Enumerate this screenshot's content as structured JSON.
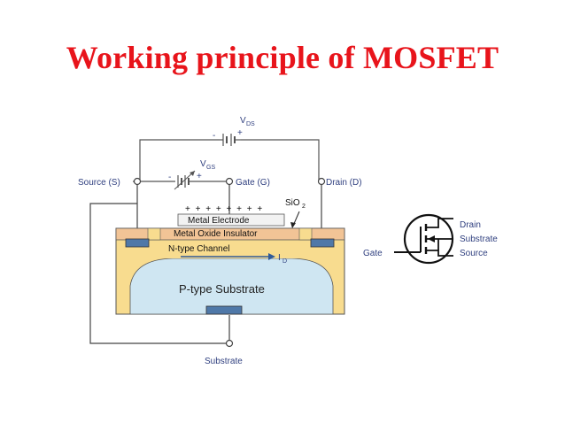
{
  "title": "Working principle of MOSFET",
  "diagram": {
    "vds_label": "V",
    "vds_sub": "DS",
    "vgs_label": "V",
    "vgs_sub": "GS",
    "minus": "-",
    "plus": "+",
    "source_label": "Source (S)",
    "gate_label": "Gate (G)",
    "drain_label": "Drain (D)",
    "sio2_label": "SiO",
    "sio2_sub": "2",
    "charges": "+ + + + + + + +",
    "metal_electrode": "Metal Electrode",
    "metal_oxide": "Metal Oxide Insulator",
    "n_channel": "N-type Channel",
    "id_label": "I",
    "id_sub": "D",
    "p_substrate": "P-type Substrate",
    "substrate_label": "Substrate"
  },
  "symbol": {
    "drain": "Drain",
    "substrate": "Substrate",
    "source": "Source",
    "gate": "Gate"
  },
  "colors": {
    "title": "#e8141b",
    "substrate_fill": "#f8dc8f",
    "depletion_fill": "#cfe6f2",
    "oxide_fill": "#f2c496",
    "terminal_fill": "#4f78a8",
    "wire": "#333333",
    "label": "#2f3f7f"
  }
}
